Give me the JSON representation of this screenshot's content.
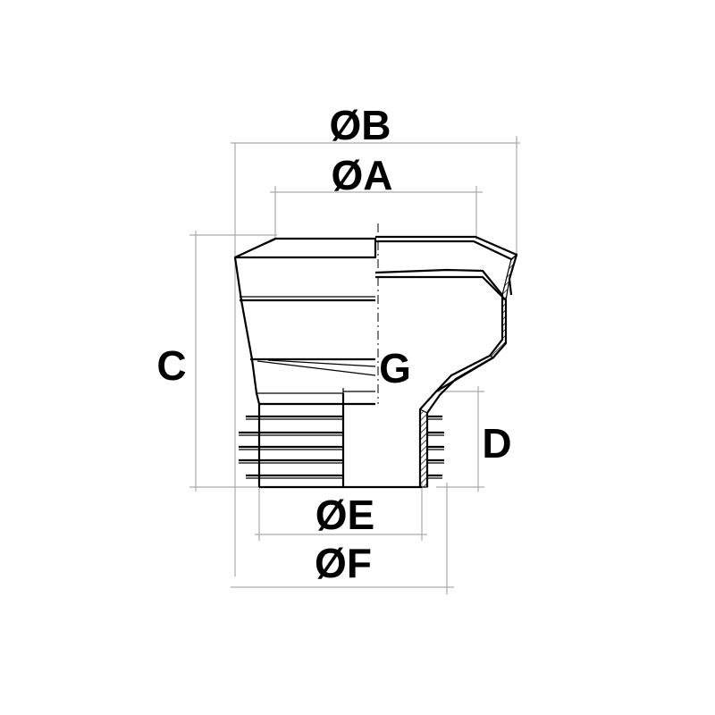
{
  "labels": {
    "dia_b": "ØB",
    "dia_a": "ØA",
    "height_c": "C",
    "offset_g": "G",
    "height_d": "D",
    "dia_e": "ØE",
    "dia_f": "ØF"
  }
}
